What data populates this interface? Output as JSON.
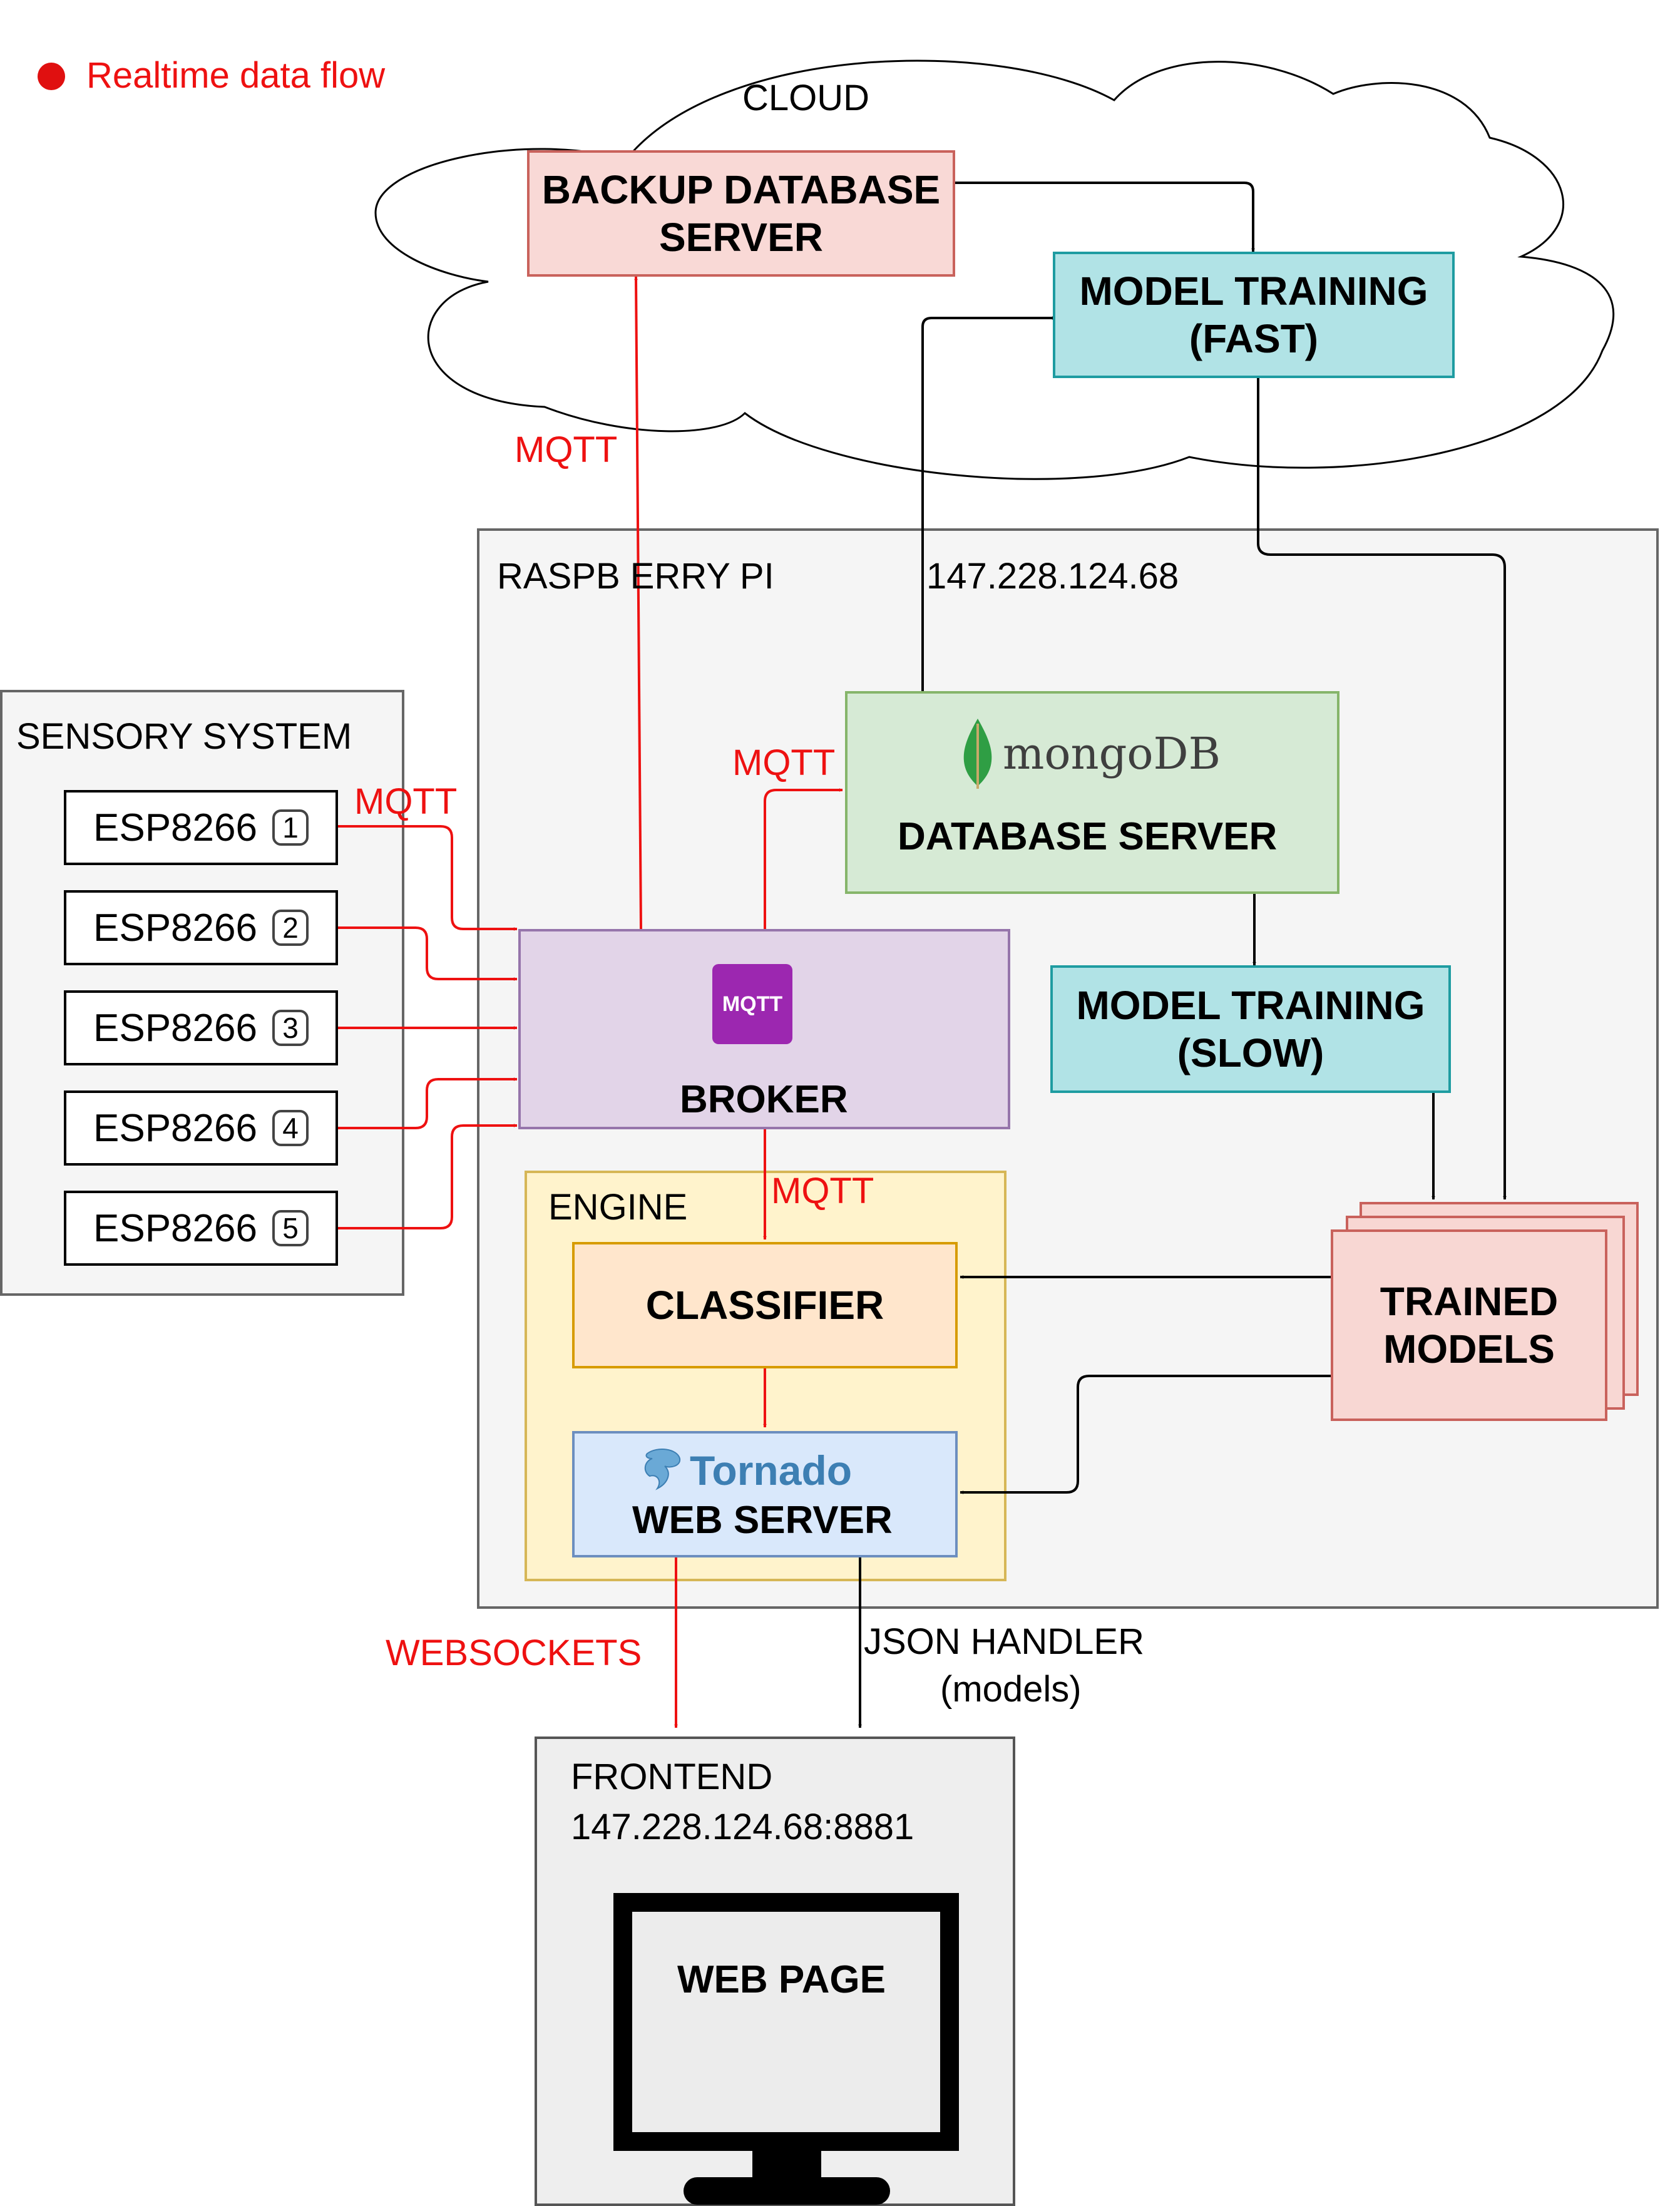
{
  "legend": {
    "label": "Realtime data flow",
    "color": "#e01010"
  },
  "cloud": {
    "label": "CLOUD"
  },
  "backup_db": {
    "line1": "BACKUP DATABASE",
    "line2": "SERVER"
  },
  "model_fast": {
    "line1": "MODEL TRAINING",
    "line2": "(FAST)"
  },
  "raspberry": {
    "label": "RASPB ERRY PI",
    "ip": "147.228.124.68"
  },
  "sensory": {
    "label": "SENSORY SYSTEM",
    "devices": [
      {
        "name": "ESP8266",
        "num": "1"
      },
      {
        "name": "ESP8266",
        "num": "2"
      },
      {
        "name": "ESP8266",
        "num": "3"
      },
      {
        "name": "ESP8266",
        "num": "4"
      },
      {
        "name": "ESP8266",
        "num": "5"
      }
    ]
  },
  "database": {
    "logo": "mongoDB",
    "label": "DATABASE SERVER"
  },
  "model_slow": {
    "line1": "MODEL TRAINING",
    "line2": "(SLOW)"
  },
  "broker": {
    "badge": "MQTT",
    "label": "BROKER"
  },
  "engine": {
    "label": "ENGINE"
  },
  "classifier": {
    "label": "CLASSIFIER"
  },
  "trained": {
    "line1": "TRAINED",
    "line2": "MODELS"
  },
  "webserver": {
    "logo": "Tornado",
    "label": "WEB SERVER"
  },
  "links": {
    "mqtt": "MQTT",
    "websockets": "WEBSOCKETS",
    "json_line1": "JSON HANDLER",
    "json_line2": "(models)"
  },
  "frontend": {
    "label": "FRONTEND",
    "address": "147.228.124.68:8881",
    "page": "WEB PAGE"
  },
  "colors": {
    "realtime": "#ee1111",
    "backup_fill": "#f9d9d6",
    "backup_border": "#c9625c",
    "training_fill": "#b1e3e6",
    "training_border": "#1e9ca1",
    "db_fill": "#d6ead5",
    "db_border": "#86b56a",
    "broker_fill": "#e2d4e8",
    "broker_border": "#9675ab",
    "engine_fill": "#fff3cc",
    "engine_border": "#d6b656",
    "classifier_fill": "#ffe6cc",
    "classifier_border": "#d79b00",
    "web_fill": "#d9e8fb",
    "web_border": "#6c8ebf",
    "container_fill": "#f5f5f5",
    "container_border": "#666666"
  }
}
